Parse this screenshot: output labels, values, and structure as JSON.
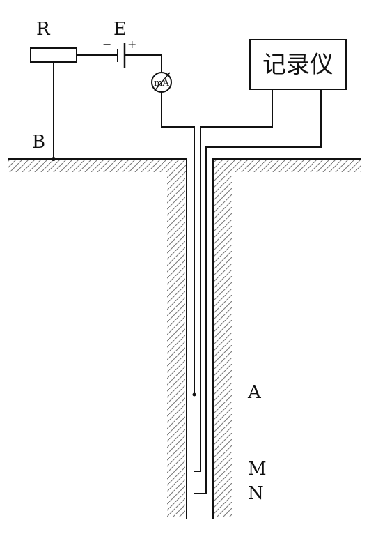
{
  "labels": {
    "resistor": "R",
    "battery": "E",
    "battery_minus": "−",
    "battery_plus": "+",
    "ammeter": "mA",
    "recorder": "记录仪",
    "ground_electrode": "B",
    "electrode_a": "A",
    "electrode_m": "M",
    "electrode_n": "N"
  },
  "colors": {
    "line": "#111111",
    "hatch": "#7a7a7a",
    "background": "#ffffff"
  }
}
